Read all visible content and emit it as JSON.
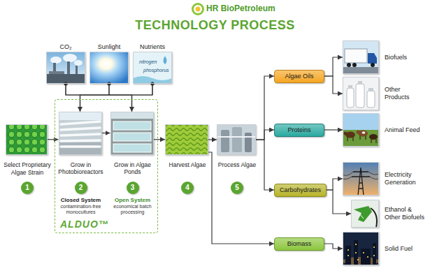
{
  "diagram": {
    "title": "TECHNOLOGY PROCESS",
    "nodes": [
      {
        "text": [
          "CO₂"
        ]
      },
      {
        "text": [
          "Sunlight"
        ]
      },
      {
        "text": [
          "Nutrients"
        ]
      },
      {
        "text": [
          "Select Proprietary Algae Strain",
          "1"
        ]
      },
      {
        "text": [
          "ALDUO™"
        ]
      },
      {
        "text": [
          "Grow in Photobioreactors",
          "2",
          "Closed System",
          "contamination-free monocultures"
        ],
        "in": 4
      },
      {
        "text": [
          "Grow in Algae Ponds",
          "3",
          "Open System",
          "economical batch processing"
        ],
        "in": 4
      },
      {
        "text": [
          "Harvest Algae",
          "4"
        ]
      },
      {
        "text": [
          "Process Algae",
          "5"
        ]
      },
      {
        "text": [
          "Algae Oils"
        ]
      },
      {
        "text": [
          "Proteins"
        ]
      },
      {
        "text": [
          "Carbohydrates"
        ]
      },
      {
        "text": [
          "Biomass"
        ]
      },
      {
        "text": [
          "Biofuels"
        ]
      },
      {
        "text": [
          "Other Products"
        ]
      },
      {
        "text": [
          "Animal Feed"
        ]
      },
      {
        "text": [
          "Electricity Generation"
        ]
      },
      {
        "text": [
          "Ethanol & Other Biofuels"
        ]
      },
      {
        "text": [
          "Solid Fuel"
        ]
      }
    ],
    "edges": [
      {
        "from": 0,
        "to": 5,
        "arrow": "to"
      },
      {
        "from": 0,
        "to": 6,
        "arrow": "to"
      },
      {
        "from": 1,
        "to": 5,
        "arrow": "to"
      },
      {
        "from": 1,
        "to": 6,
        "arrow": "to"
      },
      {
        "from": 2,
        "to": 5,
        "arrow": "to"
      },
      {
        "from": 2,
        "to": 6,
        "arrow": "to"
      },
      {
        "from": 3,
        "to": 5,
        "arrow": "to"
      },
      {
        "from": 5,
        "to": 6,
        "arrow": "to"
      },
      {
        "from": 6,
        "to": 7,
        "arrow": "to"
      },
      {
        "from": 7,
        "to": 8,
        "arrow": "to"
      },
      {
        "from": 8,
        "to": 9,
        "arrow": "to"
      },
      {
        "from": 8,
        "to": 10,
        "arrow": "to"
      },
      {
        "from": 8,
        "to": 11,
        "arrow": "to"
      },
      {
        "from": 7,
        "to": 12,
        "arrow": "to"
      },
      {
        "from": 9,
        "to": 13,
        "arrow": "to"
      },
      {
        "from": 9,
        "to": 14,
        "arrow": "to"
      },
      {
        "from": 10,
        "to": 15,
        "arrow": "to"
      },
      {
        "from": 11,
        "to": 16,
        "arrow": "to"
      },
      {
        "from": 11,
        "to": 17,
        "arrow": "to"
      },
      {
        "from": 12,
        "to": 18,
        "arrow": "to"
      }
    ],
    "labels": [
      "HR BioPetroleum",
      "nitrogen",
      "phosphorus"
    ]
  }
}
